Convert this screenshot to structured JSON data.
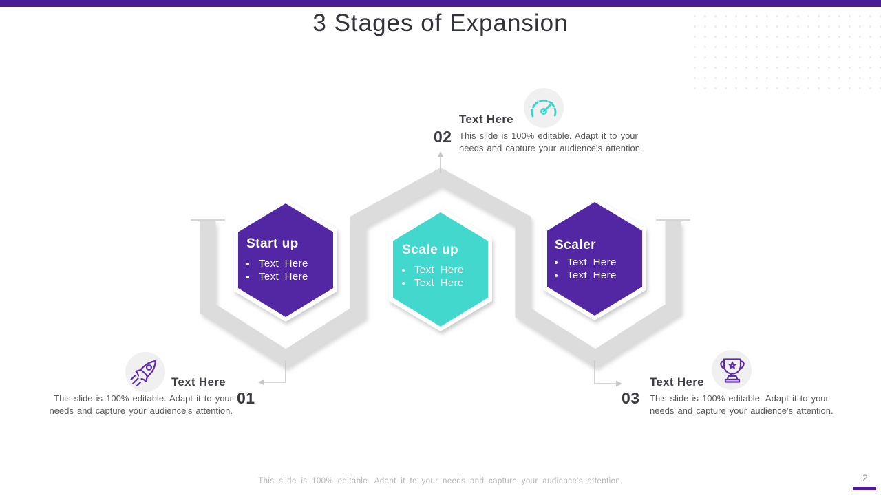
{
  "slide": {
    "title": "3 Stages of Expansion",
    "footer": "This slide is 100% editable. Adapt it to your needs and capture your audience's attention.",
    "page_number": "2"
  },
  "hexagons": [
    {
      "label": "Start up",
      "bullets": [
        "Text Here",
        "Text Here"
      ],
      "color": "#5327a3"
    },
    {
      "label": "Scale up",
      "bullets": [
        "Text Here",
        "Text Here"
      ],
      "color": "#43d8cd"
    },
    {
      "label": "Scaler",
      "bullets": [
        "Text Here",
        "Text Here"
      ],
      "color": "#5327a3"
    }
  ],
  "callouts": [
    {
      "number": "01",
      "heading": "Text Here",
      "icon": "rocket-icon",
      "body": "This slide is 100% editable. Adapt it to your needs and capture your audience's attention."
    },
    {
      "number": "02",
      "heading": "Text Here",
      "icon": "speedometer-icon",
      "body": "This slide is 100% editable. Adapt it to your needs and capture your audience's attention."
    },
    {
      "number": "03",
      "heading": "Text Here",
      "icon": "trophy-icon",
      "body": "This slide is 100% editable. Adapt it to your needs and capture your audience's attention."
    }
  ],
  "colors": {
    "top_bar": "#4a1d96",
    "purple": "#5327a3",
    "teal": "#43d8cd",
    "band_gray": "#dcdcdc",
    "connector_gray": "#c8c8c8",
    "icon_purple": "#5e2da8",
    "icon_teal": "#38d3c9"
  }
}
